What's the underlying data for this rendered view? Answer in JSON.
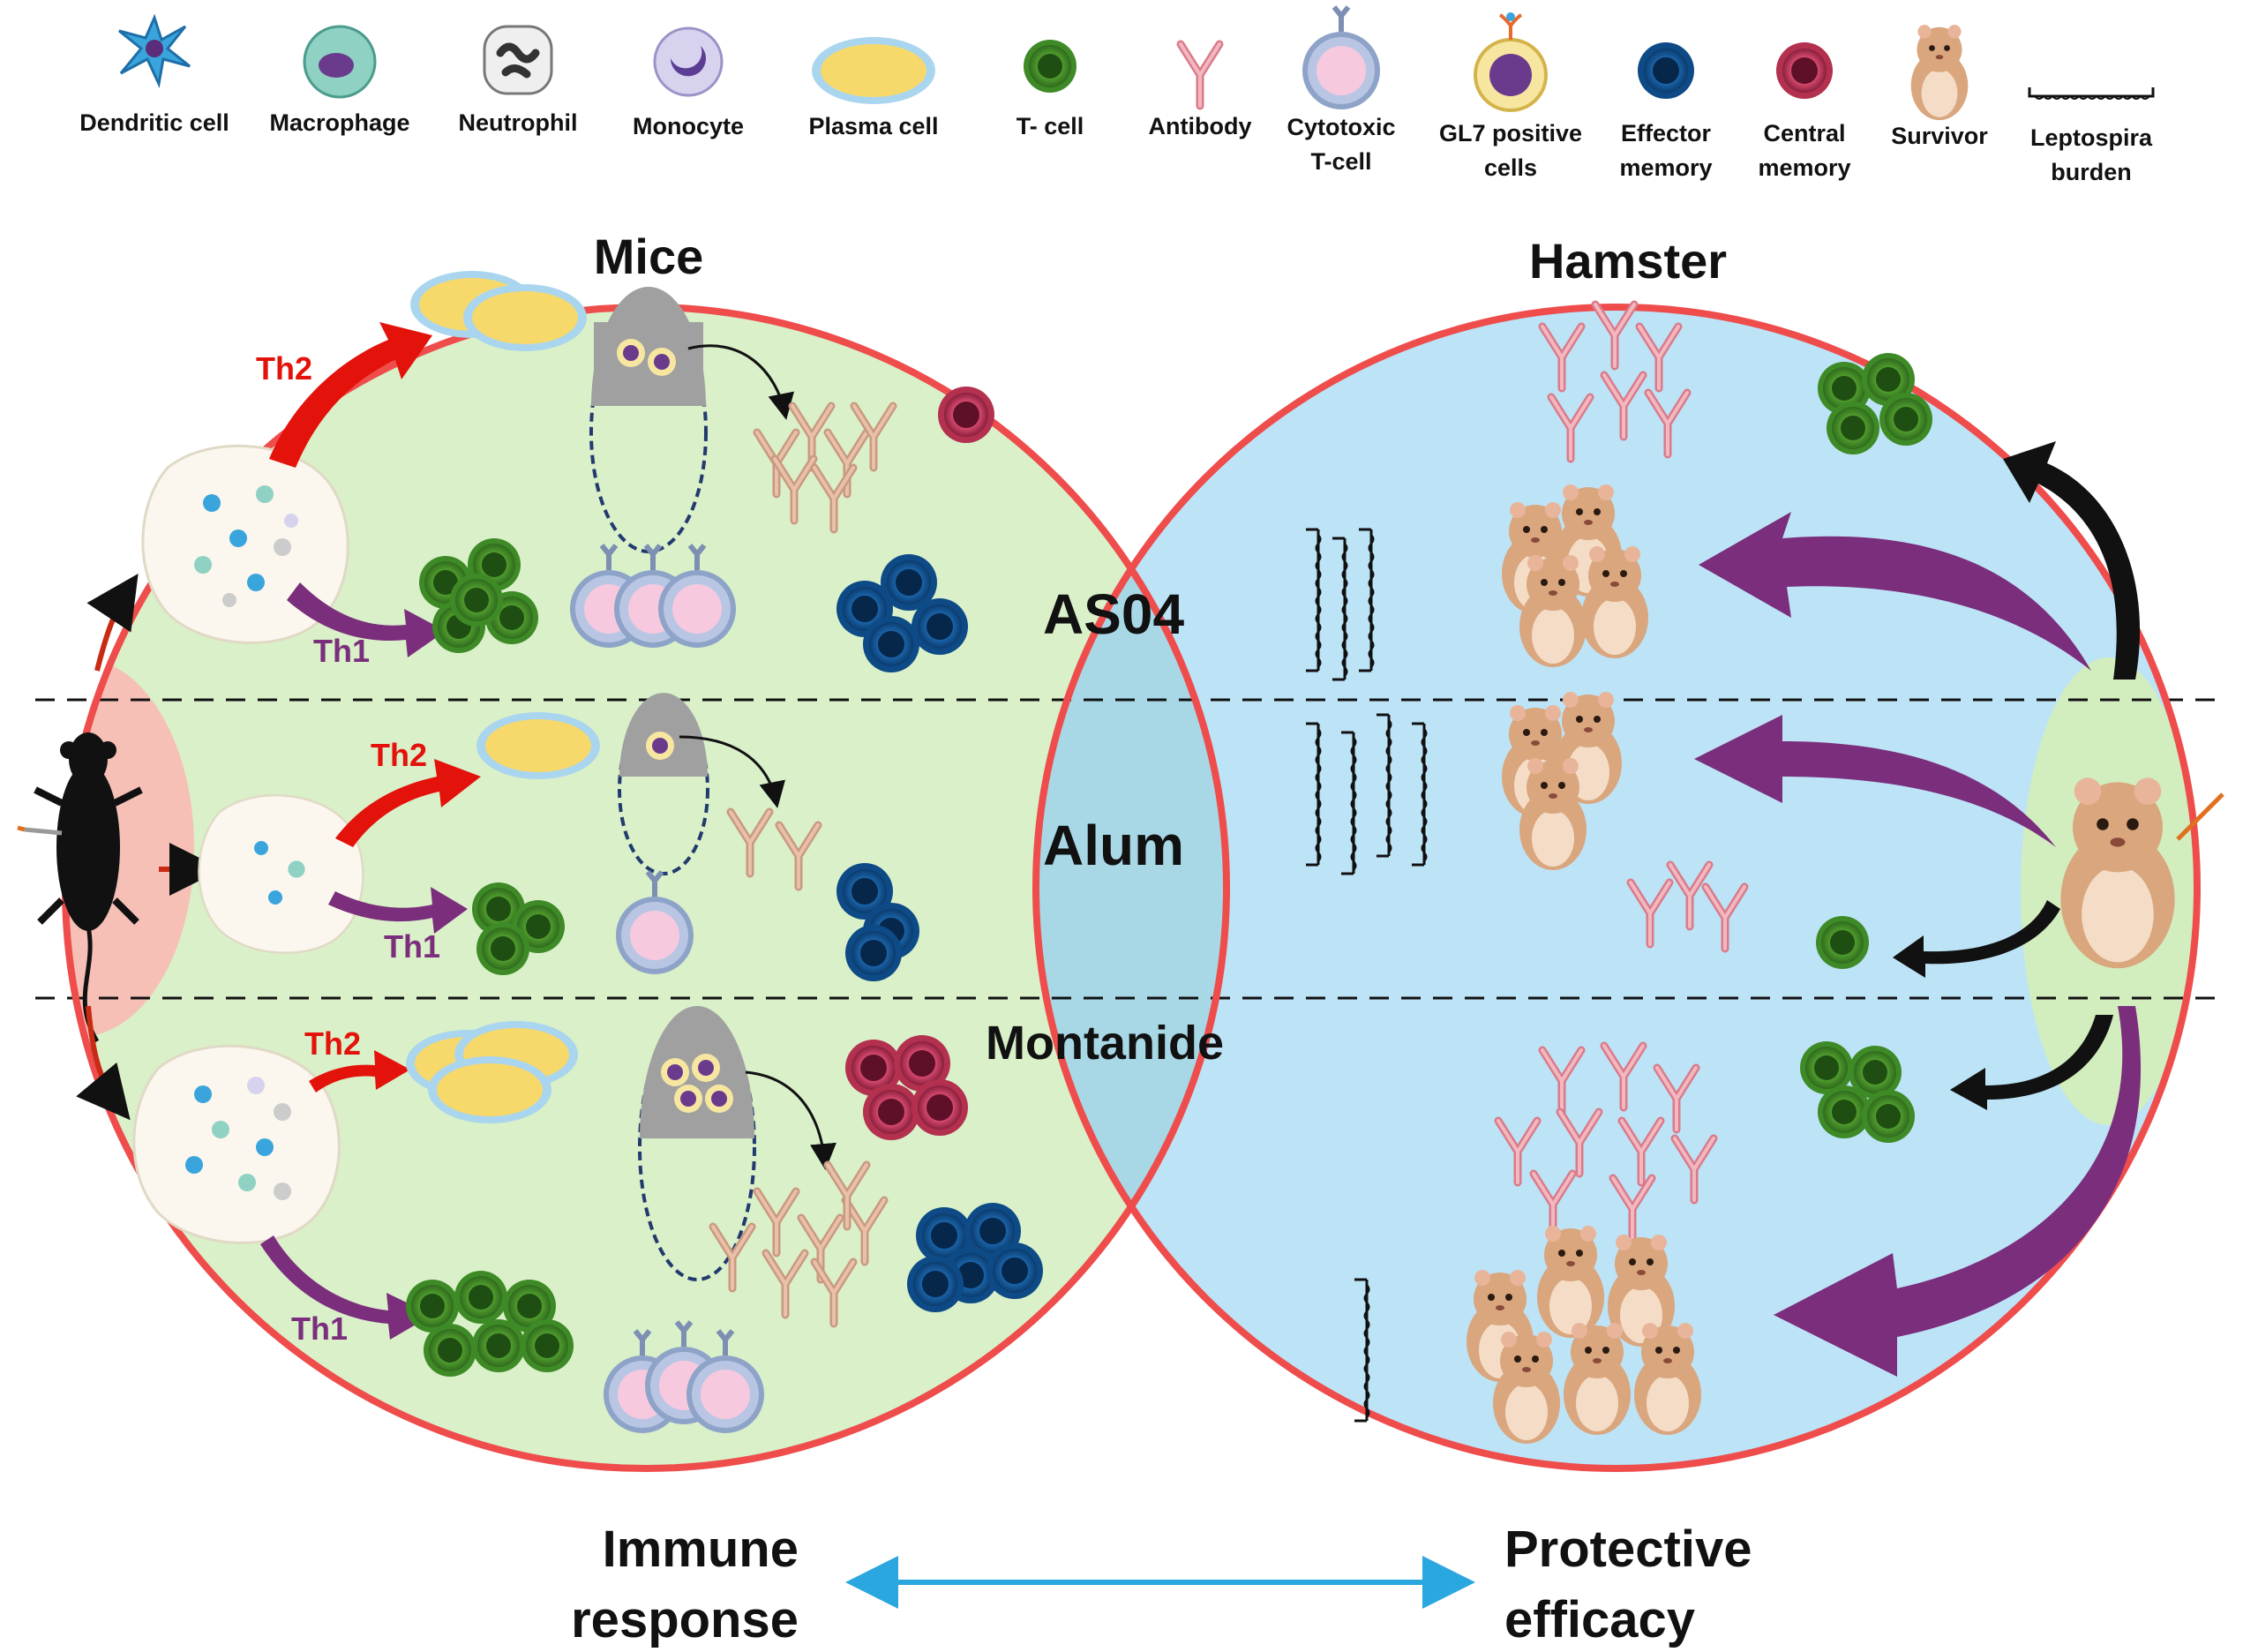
{
  "legend": {
    "dendritic": "Dendritic cell",
    "macrophage": "Macrophage",
    "neutrophil": "Neutrophil",
    "monocyte": "Monocyte",
    "plasma": "Plasma cell",
    "tcell": "T- cell",
    "antibody": "Antibody",
    "cytotoxic_1": "Cytotoxic",
    "cytotoxic_2": "T-cell",
    "gl7_1": "GL7 positive",
    "gl7_2": "cells",
    "effector_1": "Effector",
    "effector_2": "memory",
    "central_1": "Central",
    "central_2": "memory",
    "survivor": "Survivor",
    "lepto_1": "Leptospira",
    "lepto_2": "burden"
  },
  "panels": {
    "mice_title": "Mice",
    "hamster_title": "Hamster"
  },
  "rows": {
    "as04": "AS04",
    "alum": "Alum",
    "montanide": "Montanide"
  },
  "arrows": {
    "th2": "Th2",
    "th1": "Th1"
  },
  "footer": {
    "left_1": "Immune",
    "left_2": "response",
    "right_1": "Protective",
    "right_2": "efficacy"
  },
  "colors": {
    "mice_bg": "#d9f0c9",
    "hamster_bg": "#bde3f7",
    "overlap_bg": "#a8d8e6",
    "circle_border": "#ef4c4c",
    "th2_arrow": "#e3120b",
    "th1_arrow": "#7a2e7c",
    "double_arrow": "#2aa7de"
  }
}
